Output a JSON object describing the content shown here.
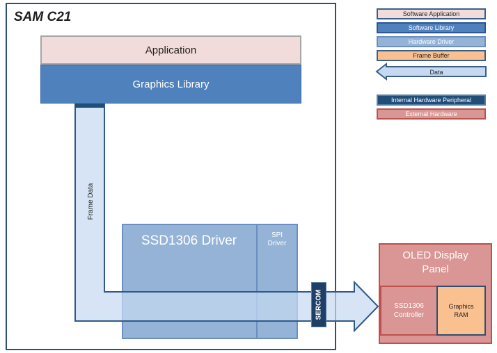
{
  "chip": {
    "title": "SAM C21"
  },
  "blocks": {
    "application": "Application",
    "graphics_library": "Graphics Library",
    "frame_data": "Frame Data",
    "ssd1306_driver": "SSD1306 Driver",
    "spi_driver_line1": "SPI",
    "spi_driver_line2": "Driver",
    "sercom": "SERCOM"
  },
  "external": {
    "oled_line1": "OLED Display",
    "oled_line2": "Panel",
    "controller_line1": "SSD1306",
    "controller_line2": "Controller",
    "gram_line1": "Graphics",
    "gram_line2": "RAM"
  },
  "legend": {
    "software_application": "Software Application",
    "software_library": "Software Library",
    "hardware_driver": "Hardware Driver",
    "frame_buffer": "Frame Buffer",
    "data": "Data",
    "internal_peripheral": "Internal Hardware Peripheral",
    "external_hardware": "External Hardware"
  },
  "colors": {
    "software_application": "#f2dcdb",
    "software_library": "#4f81bd",
    "hardware_driver": "#95b3d7",
    "frame_buffer": "#fac090",
    "data_arrow": "#c6d9f1",
    "internal_peripheral": "#1f4e79",
    "external_hardware": "#d99694"
  }
}
